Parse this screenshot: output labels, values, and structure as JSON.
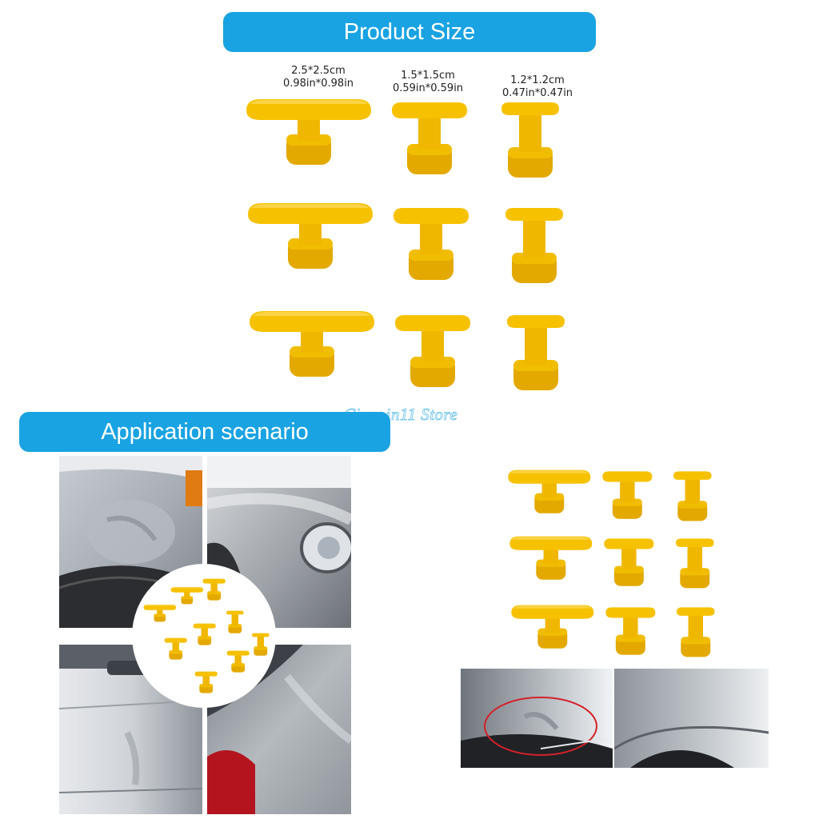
{
  "header": {
    "title": "Product Size"
  },
  "sizes": [
    {
      "metric": "2.5*2.5cm",
      "imperial": "0.98in*0.98in"
    },
    {
      "metric": "1.5*1.5cm",
      "imperial": "0.59in*0.59in"
    },
    {
      "metric": "1.2*1.2cm",
      "imperial": "0.47in*0.47in"
    }
  ],
  "application": {
    "title": "Application scenario"
  },
  "watermark": "Ciocoin11 Store",
  "colors": {
    "banner": "#1aa3e2",
    "tab_yellow": "#f6c200",
    "tab_shade": "#e3a900",
    "car_gray": "#9ea3a8"
  },
  "icons": [
    "glue-tab-large-icon",
    "glue-tab-medium-icon",
    "glue-tab-small-icon"
  ]
}
